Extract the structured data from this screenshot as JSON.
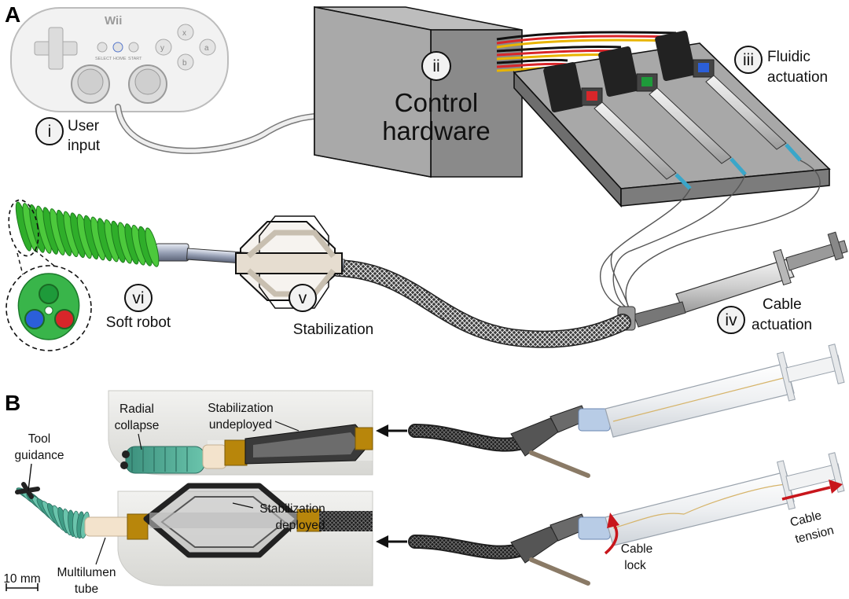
{
  "panels": {
    "a": "A",
    "b": "B"
  },
  "panel_a": {
    "controller_logo": "Wii",
    "controller_buttons": {
      "select": "SELECT",
      "home": "HOME",
      "start": "START",
      "x": "x",
      "y": "y",
      "a": "a",
      "b": "b"
    },
    "components": [
      {
        "numeral": "i",
        "label_lines": [
          "User",
          "input"
        ]
      },
      {
        "numeral": "ii",
        "label_lines": [
          "Control",
          "hardware"
        ]
      },
      {
        "numeral": "iii",
        "label_lines": [
          "Fluidic",
          "actuation"
        ]
      },
      {
        "numeral": "iv",
        "label_lines": [
          "Cable",
          "actuation"
        ]
      },
      {
        "numeral": "v",
        "label_lines": [
          "Stabilization"
        ]
      },
      {
        "numeral": "vi",
        "label_lines": [
          "Soft robot"
        ]
      }
    ],
    "chamber_colors": [
      "#d8262a",
      "#1e9a3a",
      "#2b5fd9"
    ]
  },
  "panel_b": {
    "labels": {
      "radial_collapse": [
        "Radial",
        "collapse"
      ],
      "stab_undeployed": [
        "Stabilization",
        "undeployed"
      ],
      "tool_guidance": [
        "Tool",
        "guidance"
      ],
      "stab_deployed": [
        "Stabilization",
        "deployed"
      ],
      "multilumen": [
        "Multilumen",
        "tube"
      ],
      "cable_tension": [
        "Cable",
        "tension"
      ],
      "cable_lock": [
        "Cable",
        "lock"
      ]
    },
    "scale_bar": "10 mm"
  }
}
